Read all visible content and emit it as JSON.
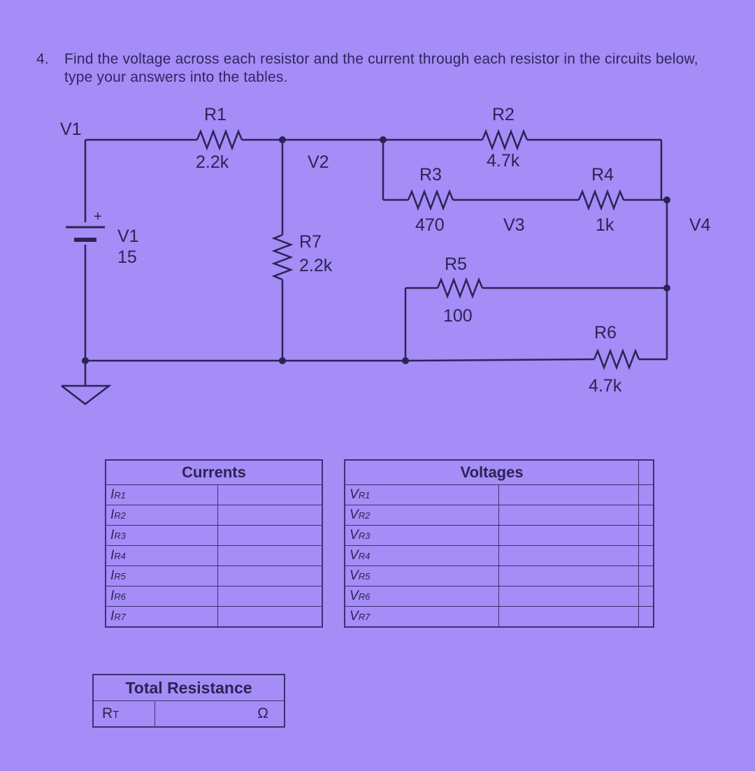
{
  "question": {
    "number": "4.",
    "text": "Find the voltage across each resistor and the current through each resistor in the circuits below, type your answers into the tables."
  },
  "circuit": {
    "nodes": {
      "v1": "V1",
      "v2": "V2",
      "v3": "V3",
      "v4": "V4"
    },
    "source": {
      "name": "V1",
      "value": "15",
      "polarity": "+"
    },
    "resistors": [
      {
        "name": "R1",
        "value": "2.2k"
      },
      {
        "name": "R2",
        "value": "4.7k"
      },
      {
        "name": "R3",
        "value": "470"
      },
      {
        "name": "R4",
        "value": "1k"
      },
      {
        "name": "R5",
        "value": "100"
      },
      {
        "name": "R6",
        "value": "4.7k"
      },
      {
        "name": "R7",
        "value": "2.2k"
      }
    ]
  },
  "currents_table": {
    "header": "Currents",
    "rows": [
      {
        "label": "I",
        "sub": "R1",
        "value": ""
      },
      {
        "label": "I",
        "sub": "R2",
        "value": ""
      },
      {
        "label": "I",
        "sub": "R3",
        "value": ""
      },
      {
        "label": "I",
        "sub": "R4",
        "value": ""
      },
      {
        "label": "I",
        "sub": "R5",
        "value": ""
      },
      {
        "label": "I",
        "sub": "R6",
        "value": ""
      },
      {
        "label": "I",
        "sub": "R7",
        "value": ""
      }
    ]
  },
  "voltages_table": {
    "header": "Voltages",
    "rows": [
      {
        "label": "V",
        "sub": "R1",
        "value": ""
      },
      {
        "label": "V",
        "sub": "R2",
        "value": ""
      },
      {
        "label": "V",
        "sub": "R3",
        "value": ""
      },
      {
        "label": "V",
        "sub": "R4",
        "value": ""
      },
      {
        "label": "V",
        "sub": "R5",
        "value": ""
      },
      {
        "label": "V",
        "sub": "R6",
        "value": ""
      },
      {
        "label": "V",
        "sub": "R7",
        "value": ""
      }
    ]
  },
  "total_resistance": {
    "header": "Total Resistance",
    "label": "R",
    "sub": "T",
    "value": "",
    "unit": "Ω"
  }
}
